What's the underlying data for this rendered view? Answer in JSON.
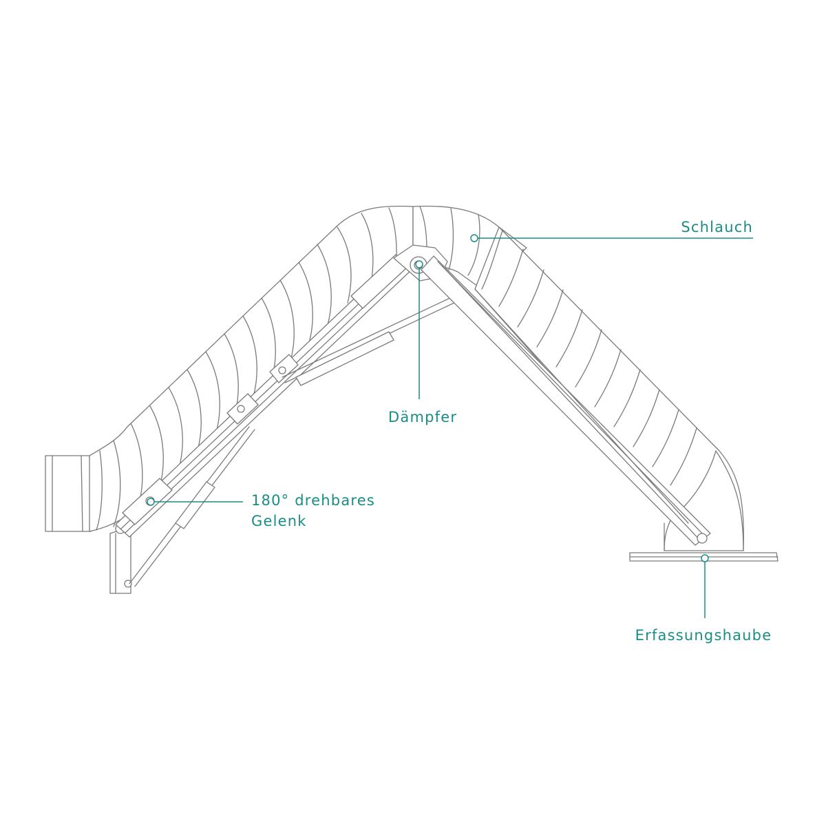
{
  "colors": {
    "accent": "#1a8c86",
    "line": "#7a7a7a",
    "background": "#ffffff"
  },
  "labels": {
    "schlauch": "Schlauch",
    "daempfer": "Dämpfer",
    "gelenk_line1": "180° drehbares",
    "gelenk_line2": "Gelenk",
    "erfassungshaube": "Erfassungshaube"
  }
}
